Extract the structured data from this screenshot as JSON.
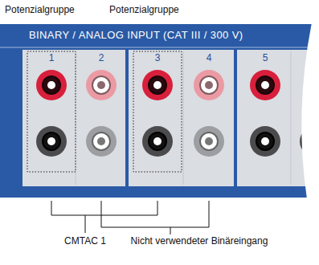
{
  "diagram": {
    "labels": [
      "Potenzialgruppe",
      "Potenzialgruppe",
      "BINARY / ANALOG INPUT (CAT III / 300 V)",
      "1",
      "2",
      "3",
      "4",
      "5",
      "CMTAC 1",
      "Nicht verwendeter Binäreingang"
    ]
  }
}
